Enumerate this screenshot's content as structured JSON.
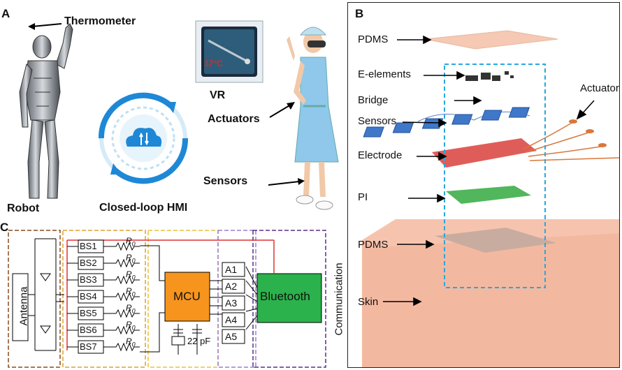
{
  "panel_a": {
    "letter": "A",
    "labels": {
      "thermometer": "Thermometer",
      "vr": "VR",
      "temperature": "37°C",
      "actuators": "Actuators",
      "sensors": "Sensors",
      "robot": "Robot",
      "hmi": "Closed-loop HMI"
    }
  },
  "panel_b": {
    "letter": "B",
    "layers": {
      "pdms_top": "PDMS",
      "e_elements": "E-elements",
      "bridge": "Bridge",
      "sensors": "Sensors",
      "electrode": "Electrode",
      "pi": "PI",
      "pdms_bottom": "PDMS",
      "skin": "Skin",
      "actuators": "Actuators"
    }
  },
  "panel_c": {
    "letter": "C",
    "antenna": "Antenna",
    "bs_labels": [
      "BS1",
      "BS2",
      "BS3",
      "BS4",
      "BS5",
      "BS6",
      "BS7"
    ],
    "resistor": "R",
    "resistor_sub": "0",
    "mcu": "MCU",
    "a_labels": [
      "A1",
      "A2",
      "A3",
      "A4",
      "A5"
    ],
    "bluetooth": "Bluetooth",
    "capacitor": "22 pF",
    "communication": "Communication"
  },
  "colors": {
    "mcu": "#f7941d",
    "bluetooth": "#2bb24c",
    "skin": "#f3b9a0",
    "pdms": "#f5c9b3",
    "bridge_box": "#2aa7df",
    "sensor_pad": "#3f78c9",
    "electrode": "#d9413c",
    "pi_layer": "#3fae4a",
    "actuator": "#d9773a",
    "cloud_blue": "#1e88d6"
  }
}
